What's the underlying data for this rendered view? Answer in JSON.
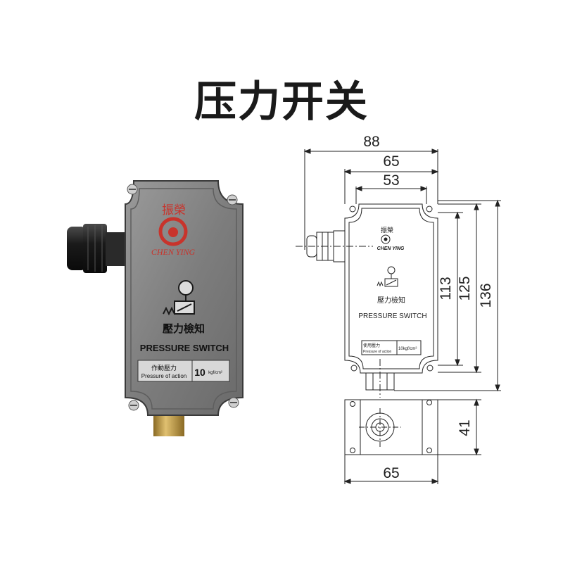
{
  "title": "压力开关",
  "photo": {
    "brand_cn": "振榮",
    "brand_en": "CHEN YING",
    "label_cn": "壓力檢知",
    "label_en": "PRESSURE SWITCH",
    "action_label_cn": "作動壓力",
    "action_label_en": "Pressure of action",
    "action_value": "10",
    "action_unit": "kgf/cm²"
  },
  "drawing": {
    "brand_cn": "振榮",
    "brand_en": "CHEN YING",
    "label_cn": "壓力檢知",
    "label_en": "PRESSURE SWITCH",
    "use_label_cn": "使用壓力",
    "use_label_en": "Pressure of action",
    "use_value": "10kgf/cm²"
  },
  "dimensions": {
    "width_overall": "88",
    "width_body": "65",
    "width_inner": "53",
    "height_113": "113",
    "height_125": "125",
    "height_136": "136",
    "bottom_width": "65",
    "bottom_height": "41"
  },
  "colors": {
    "logo_red": "#c8342c",
    "body_gray": "#7c7c7c",
    "brass": "#c9a24a"
  }
}
